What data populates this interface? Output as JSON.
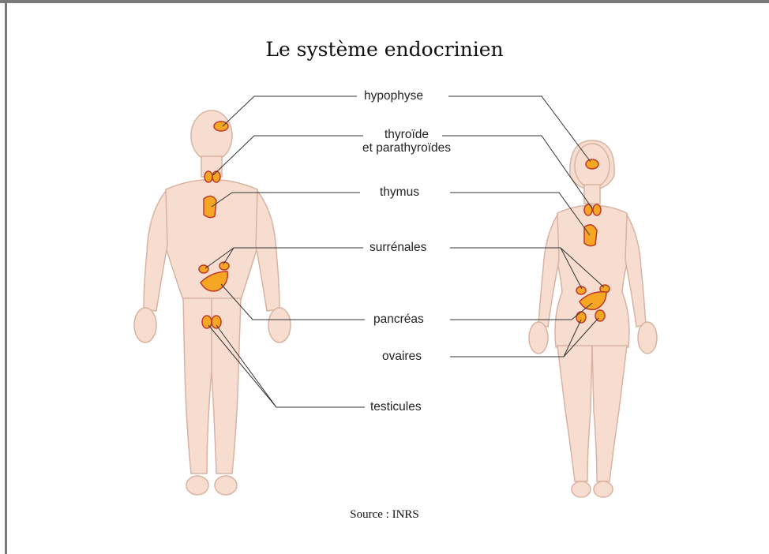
{
  "title": "Le système endocrinien",
  "labels": {
    "hypophyse": "hypophyse",
    "thyroide_line1": "thyroïde",
    "thyroide_line2": "et parathyroïdes",
    "thymus": "thymus",
    "surrenales": "surrénales",
    "pancreas": "pancréas",
    "ovaires": "ovaires",
    "testicules": "testicules"
  },
  "source": "Source : INRS",
  "colors": {
    "skin": "#f6ddd0",
    "skin_outline": "#d9b3a2",
    "gland_fill": "#f5a623",
    "gland_outline": "#c0392b",
    "frame": "#7a7a7a"
  }
}
